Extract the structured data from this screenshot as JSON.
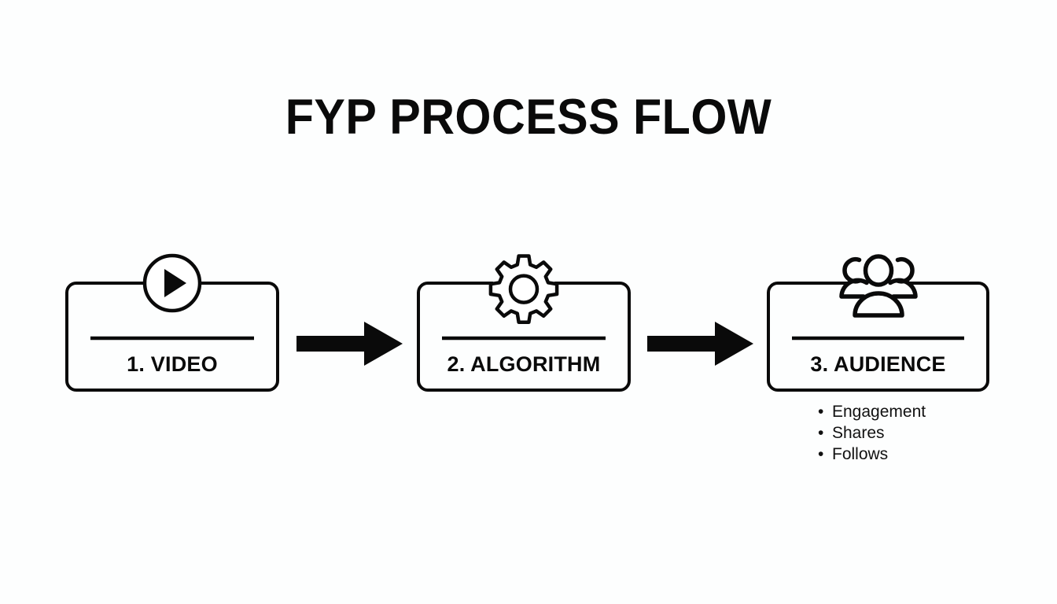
{
  "slide": {
    "title": "FYP PROCESS FLOW",
    "background_color": "#fdfefe",
    "ink_color": "#0a0a0a"
  },
  "flow": {
    "steps": [
      {
        "id": "video",
        "label": "1. VIDEO",
        "icon": "play-circle-icon"
      },
      {
        "id": "algorithm",
        "label": "2. ALGORITHM",
        "icon": "gear-icon"
      },
      {
        "id": "audience",
        "label": "3. AUDIENCE",
        "icon": "people-group-icon",
        "bullets": [
          "Engagement",
          "Shares",
          "Follows"
        ]
      }
    ],
    "connectors": [
      {
        "id": "arrow-1",
        "icon": "arrow-right-icon"
      },
      {
        "id": "arrow-2",
        "icon": "arrow-right-icon"
      }
    ]
  }
}
